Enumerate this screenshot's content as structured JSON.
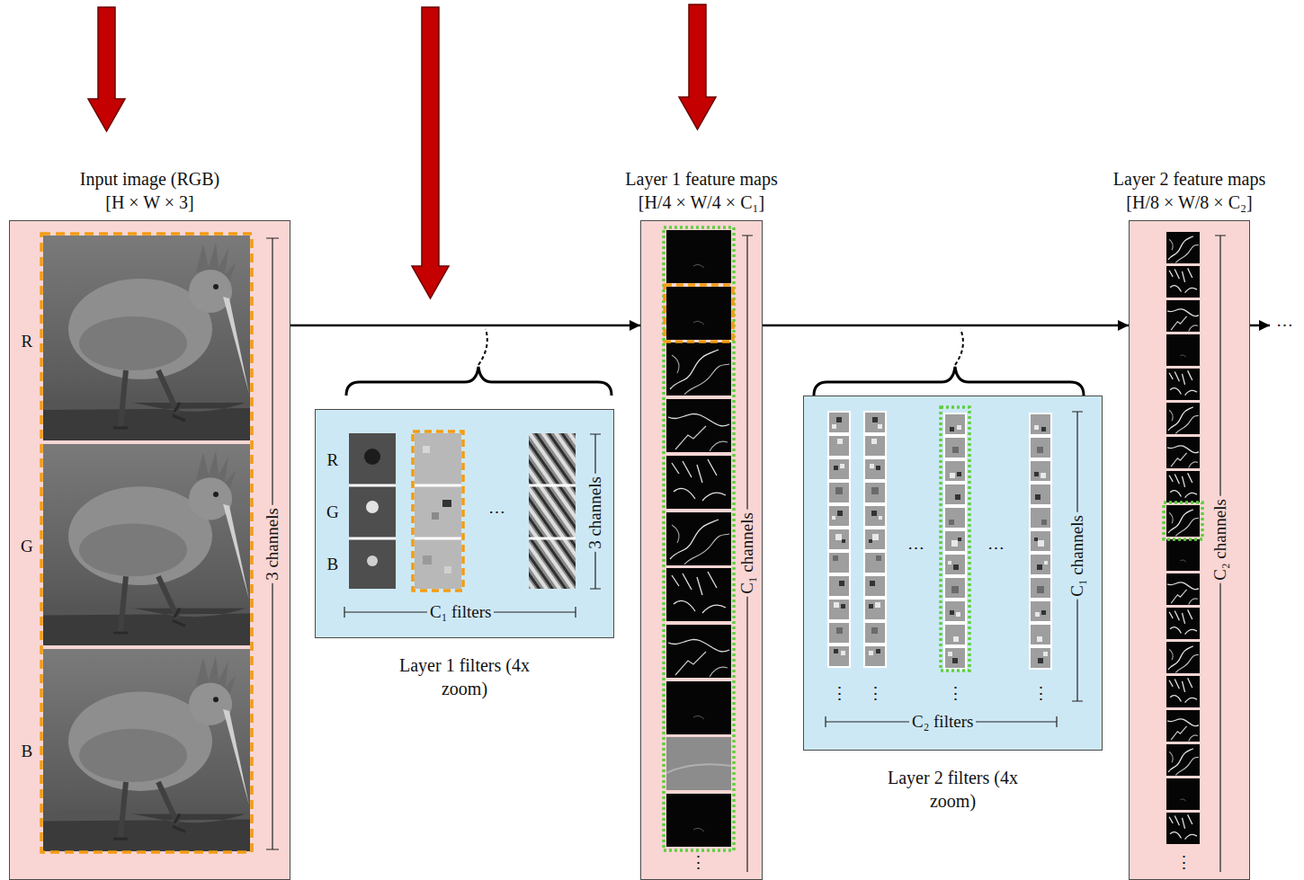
{
  "diagram": {
    "nodes": [
      {
        "text": [
          "Input image (RGB)",
          "[H × W × 3]"
        ]
      },
      {
        "text": [
          "Layer 1 filters (4x zoom)"
        ]
      },
      {
        "text": [
          "Layer 1 feature maps",
          "[H/4 × W/4 × C₁]"
        ]
      },
      {
        "text": [
          "Layer 2 filters (4x zoom)"
        ]
      },
      {
        "text": [
          "Layer 2 feature maps",
          "[H/8 × W/8 × C₂]"
        ]
      }
    ],
    "edges": [
      {
        "from": 0,
        "to": 2,
        "arrow": "to"
      },
      {
        "from": 2,
        "to": 4,
        "arrow": "to"
      }
    ],
    "labels": [
      "R",
      "G",
      "B",
      "3 channels",
      "R",
      "G",
      "B",
      "⋯",
      "3 channels",
      "C₁ filters",
      "C₁ channels",
      "⋮",
      "⋯",
      "⋯",
      "C₁ channels",
      "⋮",
      "⋮",
      "⋮",
      "⋮",
      "C₂ filters",
      "C₂ channels",
      "⋮",
      "⋯"
    ]
  }
}
